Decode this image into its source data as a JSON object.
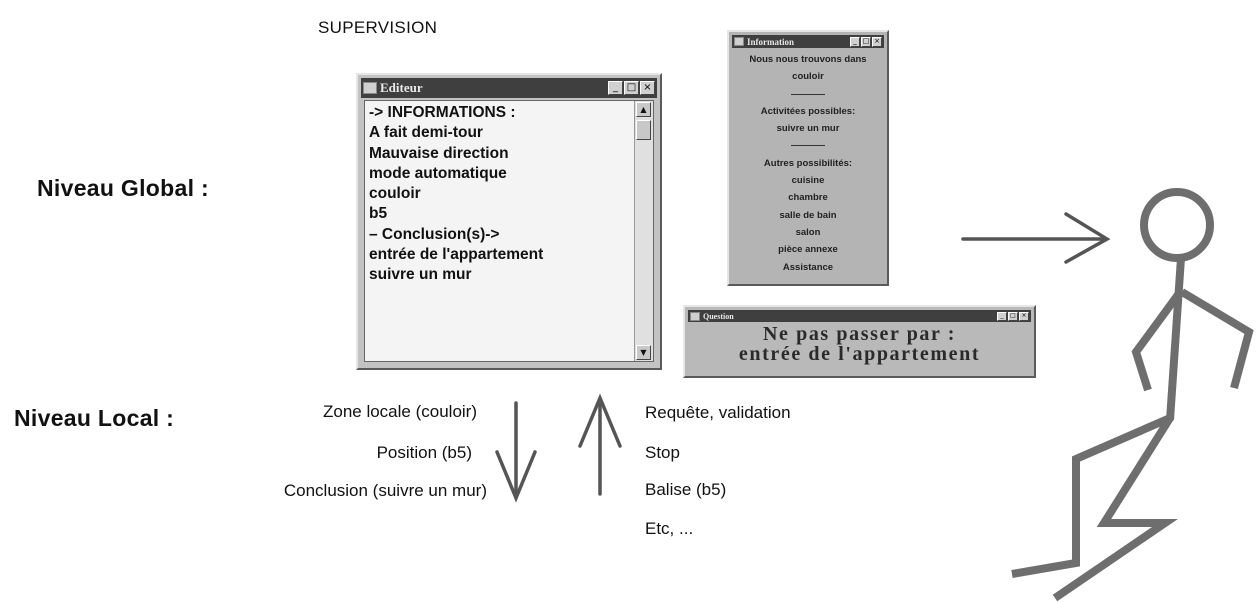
{
  "header": {
    "supervision": "SUPERVISION"
  },
  "levels": {
    "global": "Niveau Global :",
    "local": "Niveau Local :"
  },
  "editeur": {
    "title": "Editeur",
    "lines": [
      "-> INFORMATIONS :",
      "A fait demi-tour",
      "Mauvaise direction",
      "mode automatique",
      "couloir",
      "b5",
      "– Conclusion(s)->",
      "entrée de l'appartement",
      "suivre un mur"
    ]
  },
  "information": {
    "title": "Information",
    "location_line1": "Nous nous trouvons dans",
    "location_line2": "couloir",
    "activities_heading": "Activitées possibles:",
    "activity": "suivre un mur",
    "other_heading": "Autres possibilités:",
    "others": [
      "cuisine",
      "chambre",
      "salle de bain",
      "salon",
      "pièce annexe",
      "Assistance"
    ]
  },
  "question": {
    "title": "Question",
    "line1": "Ne pas passer par :",
    "line2": "entrée de l'appartement"
  },
  "down_flow": {
    "zone": "Zone locale (couloir)",
    "position": "Position (b5)",
    "conclusion": "Conclusion (suivre un mur)"
  },
  "up_flow": {
    "request": "Requête, validation",
    "stop": "Stop",
    "beacon": "Balise (b5)",
    "etc": "Etc, ..."
  },
  "window_buttons": {
    "minimize": "_",
    "maximize": "□",
    "close": "×"
  },
  "colors": {
    "arrow": "#555555",
    "figure": "#6e6e6e",
    "titlebar": "#3f3f3f",
    "window_face": "#c3c3c3"
  }
}
